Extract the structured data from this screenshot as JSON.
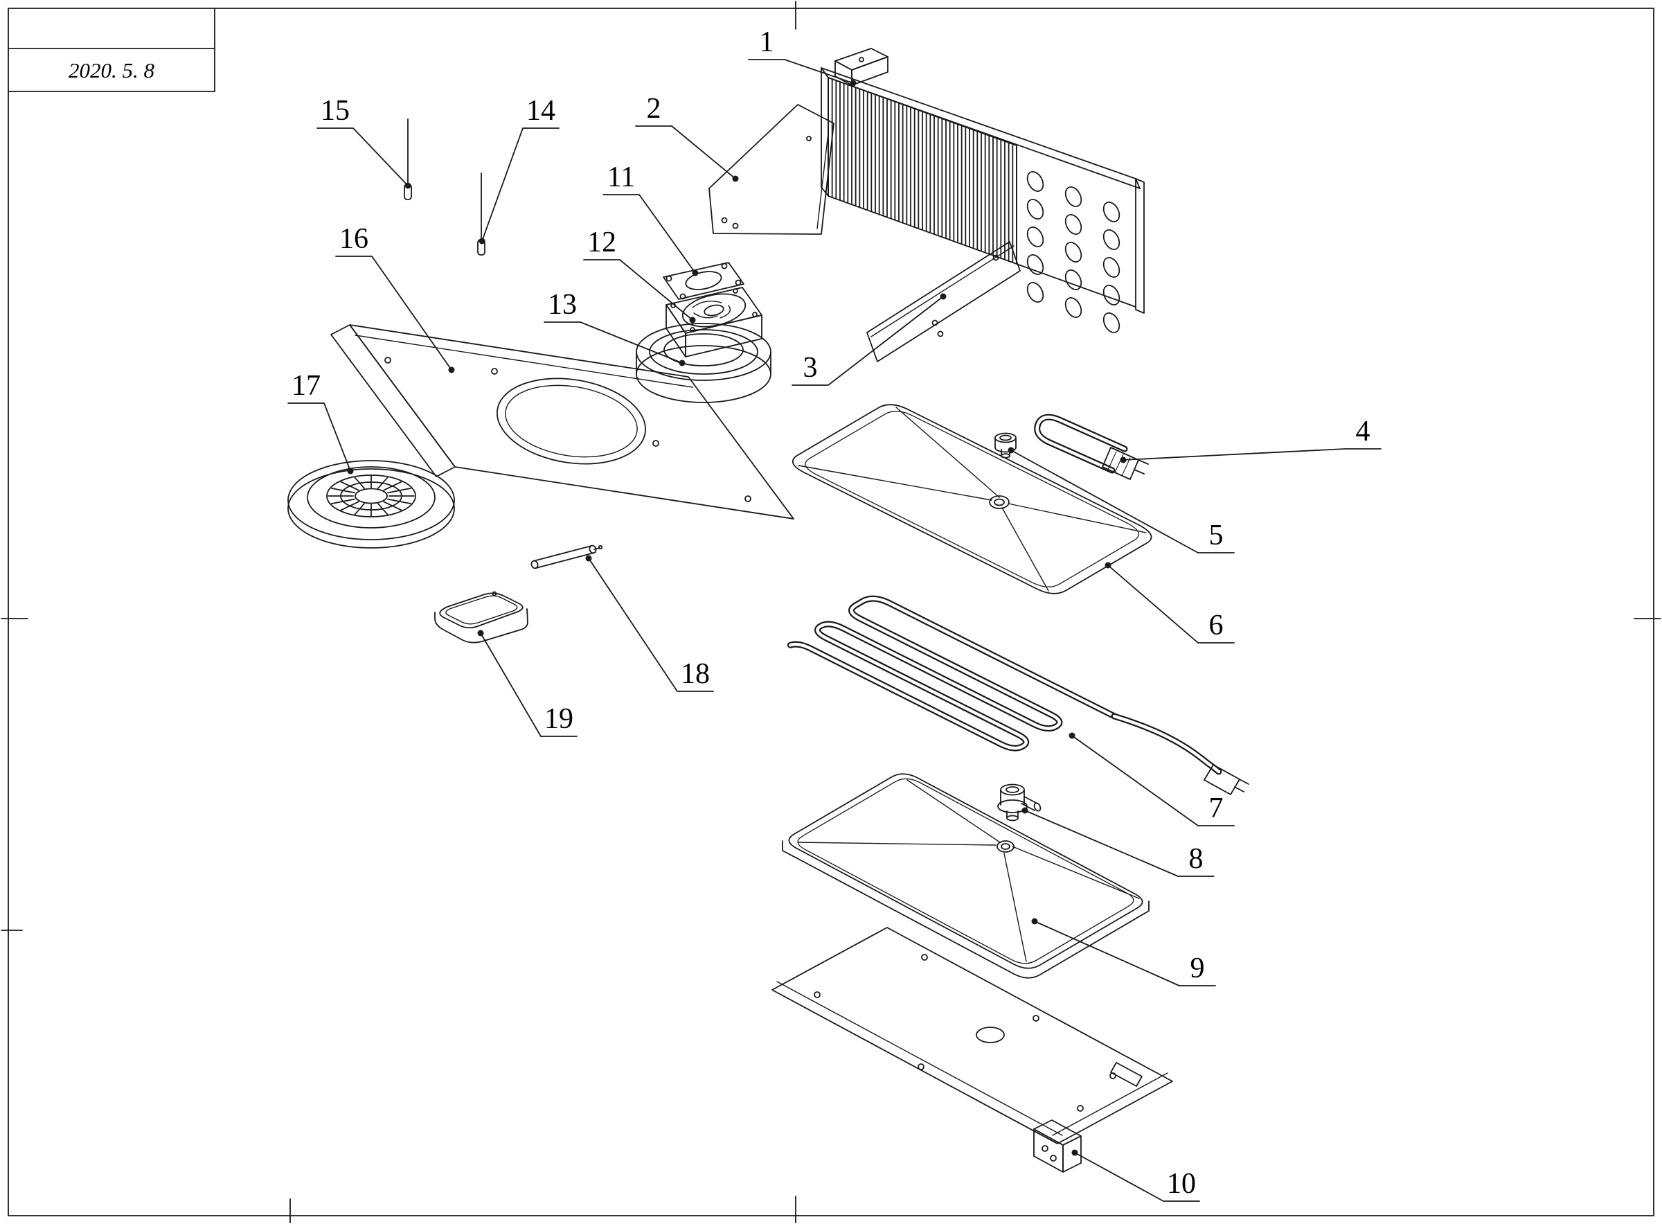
{
  "title_block": {
    "date": "2020. 5. 8"
  },
  "callouts": [
    "1",
    "2",
    "3",
    "4",
    "5",
    "6",
    "7",
    "8",
    "9",
    "10",
    "11",
    "12",
    "13",
    "14",
    "15",
    "16",
    "17",
    "18",
    "19"
  ],
  "colors": {
    "line": "#1a1a1a",
    "background": "#ffffff"
  }
}
